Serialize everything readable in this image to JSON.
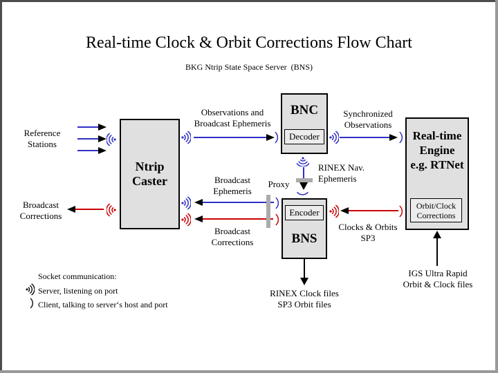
{
  "slide": {
    "title": "Real-time Clock & Orbit Corrections Flow Chart",
    "subtitle": "BKG Ntrip State Space Server  (BNS)"
  },
  "boxes": {
    "ntrip_caster": "Ntrip\nCaster",
    "bnc": "BNC",
    "decoder": "Decoder",
    "bns": "BNS",
    "encoder": "Encoder",
    "engine": "Real-time\nEngine\ne.g. RTNet",
    "orbit_clock": "Orbit/Clock\nCorrections"
  },
  "labels": {
    "reference_stations": "Reference\nStations",
    "broadcast_corrections_left": "Broadcast\nCorrections",
    "observations": "Observations and\nBroadcast Ephemeris",
    "synchronized": "Synchronized\nObservations",
    "rinex_nav": "RINEX Nav.\nEphemeris",
    "proxy": "Proxy",
    "broadcast_ephemeris": "Broadcast\nEphemeris",
    "broadcast_corrections_mid": "Broadcast\nCorrections",
    "clocks_orbits": "Clocks & Orbits\nSP3",
    "rinex_clock_files": "RINEX Clock files\nSP3 Orbit files",
    "igs": "IGS Ultra Rapid\nOrbit & Clock files"
  },
  "legend": {
    "heading": "Socket communication:",
    "server": "Server, listening on port",
    "client": "Client, talking to server‘s host and port"
  },
  "colors": {
    "arrow_blue": "#2e2ec8",
    "arrow_red": "#cc0000",
    "box_fill": "#e0e0e0",
    "subbox_fill": "#ececec",
    "proxy_bar": "#ababab",
    "frame_dark": "#4d4d4d",
    "frame_light": "#999999"
  }
}
